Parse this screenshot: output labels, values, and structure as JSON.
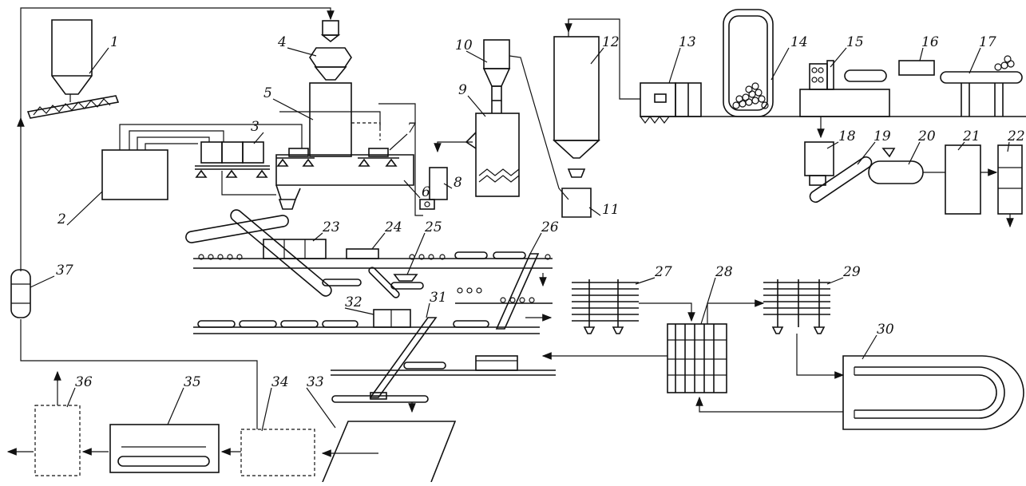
{
  "labels": {
    "n1": "1",
    "n2": "2",
    "n3": "3",
    "n4": "4",
    "n5": "5",
    "n6": "6",
    "n7": "7",
    "n8": "8",
    "n9": "9",
    "n10": "10",
    "n11": "11",
    "n12": "12",
    "n13": "13",
    "n14": "14",
    "n15": "15",
    "n16": "16",
    "n17": "17",
    "n18": "18",
    "n19": "19",
    "n20": "20",
    "n21": "21",
    "n22": "22",
    "n23": "23",
    "n24": "24",
    "n25": "25",
    "n26": "26",
    "n27": "27",
    "n28": "28",
    "n29": "29",
    "n30": "30",
    "n31": "31",
    "n32": "32",
    "n33": "33",
    "n34": "34",
    "n35": "35",
    "n36": "36",
    "n37": "37"
  }
}
